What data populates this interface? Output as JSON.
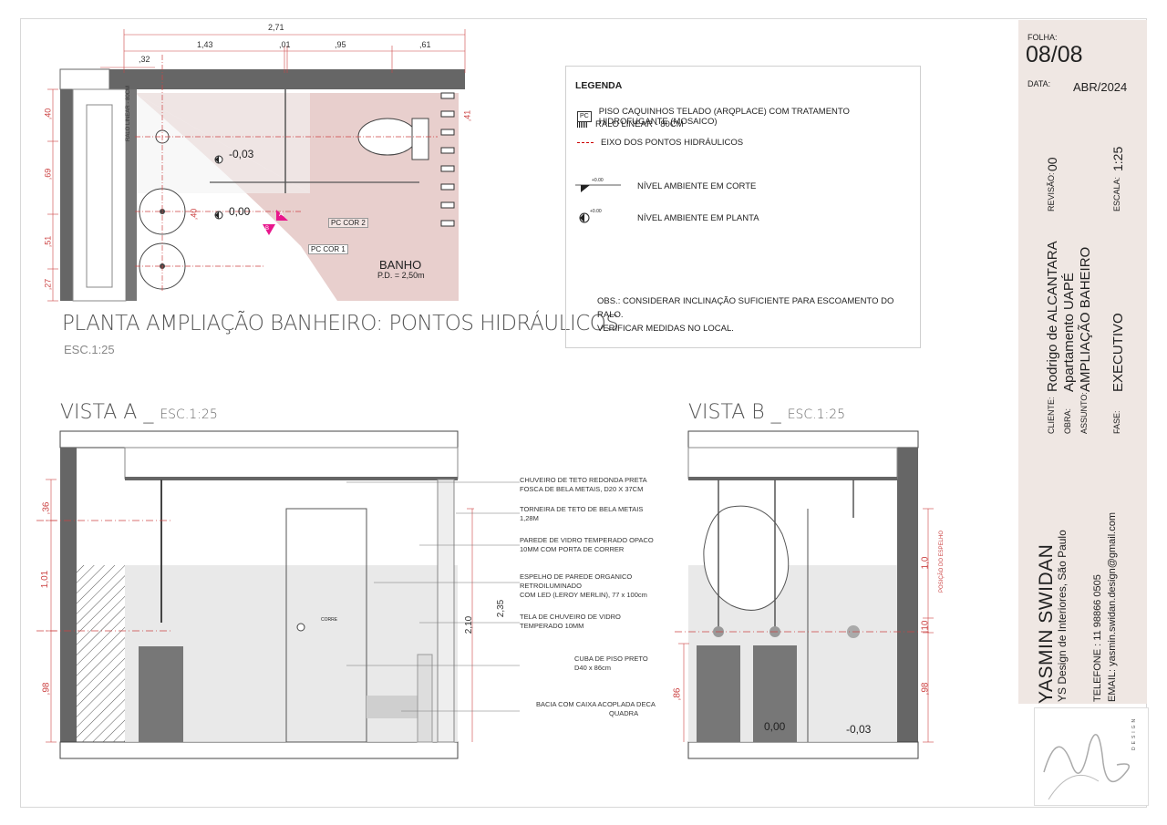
{
  "folha": {
    "label": "FOLHA:",
    "value": "08/08"
  },
  "data": {
    "label": "DATA:",
    "value": "ABR/2024"
  },
  "revisao": {
    "label": "REVISÃO:",
    "value": "00"
  },
  "escala": {
    "label": "ESCALA:",
    "value": "1:25"
  },
  "cliente": {
    "label": "CLIENTE:",
    "value": "Rodrigo de ALCANTARA"
  },
  "obra": {
    "label": "OBRA:",
    "value": "Apartamento UAPÉ"
  },
  "assunto": {
    "label": "ASSUNTO:",
    "value": "AMPLIAÇÃO BAHEIRO"
  },
  "fase": {
    "label": "FASE:",
    "value": "EXECUTIVO"
  },
  "designer": {
    "name": "YASMIN SWIDAN",
    "subtitle": "YS Design de Interiores, São Paulo",
    "phone": "TELEFONE : 11 98866 0505",
    "email": "EMAIL: yasmin.swidan.design@gmail.com",
    "logo_word": "DESIGN"
  },
  "plan": {
    "title": "PLANTA AMPLIAÇÃO BANHEIRO: PONTOS HIDRÁULICOS",
    "scale": "ESC.1:25",
    "room": "BANHO",
    "pd": "P.D. = 2,50m",
    "pc1": "PC COR 1",
    "pc2": "PC COR 2",
    "ralo": "RALO LINEAR - 80CM",
    "level1": "-0,03",
    "level2": "0,00",
    "marker_a": "A",
    "marker_b": "B",
    "dims_top": [
      "2,71",
      "1,43",
      ",01",
      ",95",
      ",61",
      ",32"
    ],
    "dims_left": [
      ",40",
      ",69",
      ",51",
      ",27"
    ],
    "dim_inner": ",40",
    "dim_right": ",41"
  },
  "legend": {
    "title": "LEGENDA",
    "pc_tag": "PC",
    "items": [
      "PISO CAQUINHOS TELADO (ARQPLACE) COM TRATAMENTO HIDROFUGANTE  (MOSAICO)",
      "RALO LINEAR - 80CM",
      "EIXO DOS PONTOS HIDRÁULICOS"
    ],
    "corte_level": "+0.00",
    "planta_level": "+0.00",
    "nivel_corte": "NÍVEL AMBIENTE EM CORTE",
    "nivel_planta": "NÍVEL AMBIENTE EM PLANTA",
    "obs1": "OBS.: CONSIDERAR INCLINAÇÃO SUFICIENTE PARA ESCOAMENTO DO RALO.",
    "obs2": "VERIFICAR MEDIDAS NO LOCAL."
  },
  "vista_a": {
    "title": "VISTA A _",
    "scale": "ESC.1:25",
    "dims_left": [
      ",36",
      "1,01",
      ",98"
    ],
    "dim_h1": "2,10",
    "dim_h2": "2,35",
    "corre": "CORRE"
  },
  "vista_b": {
    "title": "VISTA  B _",
    "scale": "ESC.1:25",
    "dims_right": [
      "1,0",
      ",10",
      ",98"
    ],
    "dim_left": ",86",
    "espelho_pos": "POSIÇÃO DO ESPELHO",
    "level1": "0,00",
    "level2": "-0,03"
  },
  "annotations": [
    [
      "CHUVEIRO DE TETO REDONDA PRETA",
      "FOSCA DE BELA METAIS, D20 X 37CM"
    ],
    [
      "TORNEIRA DE TETO DE BELA METAIS",
      "1,28M"
    ],
    [
      "PAREDE DE VIDRO TEMPERADO OPACO",
      "10MM COM PORTA DE CORRER"
    ],
    [
      "ESPELHO DE PAREDE ORGANICO RETROILUMINADO",
      "COM LED (LEROY MERLIN), 77 x 100cm"
    ],
    [
      "TELA DE CHUVEIRO DE VIDRO",
      "TEMPERADO 10MM"
    ],
    [
      "CUBA DE PISO PRETO",
      "D40 x 86cm"
    ],
    [
      "BACIA COM CAIXA ACOPLADA DECA",
      "QUADRA"
    ]
  ],
  "colors": {
    "accent_pink": "#e8168c",
    "floor_pink": "#e8cfcd",
    "titleblock_bg": "#efe7e3",
    "dim_red": "#c44444"
  }
}
